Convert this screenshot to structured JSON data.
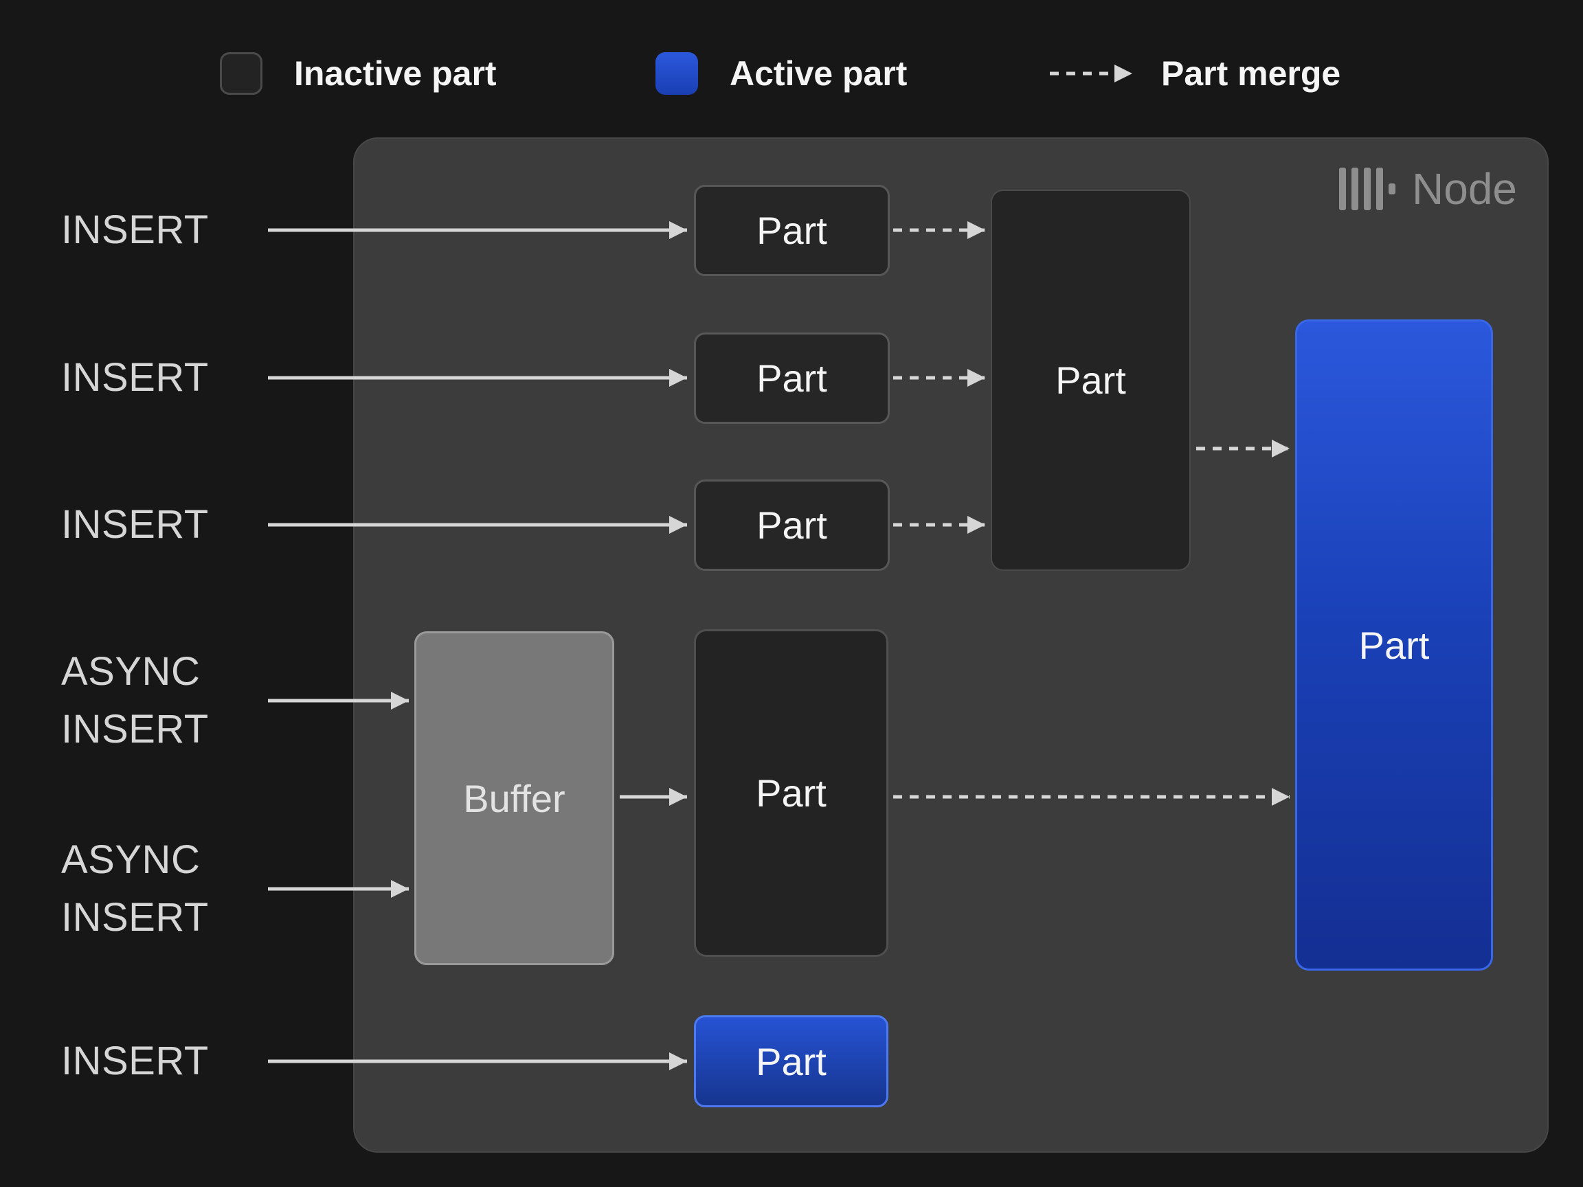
{
  "legend": {
    "inactive_label": "Inactive part",
    "active_label": "Active part",
    "merge_label": "Part merge"
  },
  "node": {
    "title": "Node"
  },
  "inputs": {
    "insert_1": "INSERT",
    "insert_2": "INSERT",
    "insert_3": "INSERT",
    "async_insert_1": "ASYNC\nINSERT",
    "async_insert_2": "ASYNC\nINSERT",
    "insert_bottom": "INSERT"
  },
  "boxes": {
    "part_small_1": "Part",
    "part_small_2": "Part",
    "part_small_3": "Part",
    "part_merged": "Part",
    "buffer": "Buffer",
    "part_from_buffer": "Part",
    "part_active_large": "Part",
    "part_active_bottom": "Part"
  },
  "colors": {
    "background": "#171717",
    "node_bg": "#3c3c3c",
    "part_bg": "#262626",
    "part_border": "#575757",
    "buffer_bg": "#787878",
    "active_top": "#2b58dc",
    "active_bottom": "#142f93",
    "active_border": "#3a67e8",
    "arrow": "#d6d6d6"
  }
}
